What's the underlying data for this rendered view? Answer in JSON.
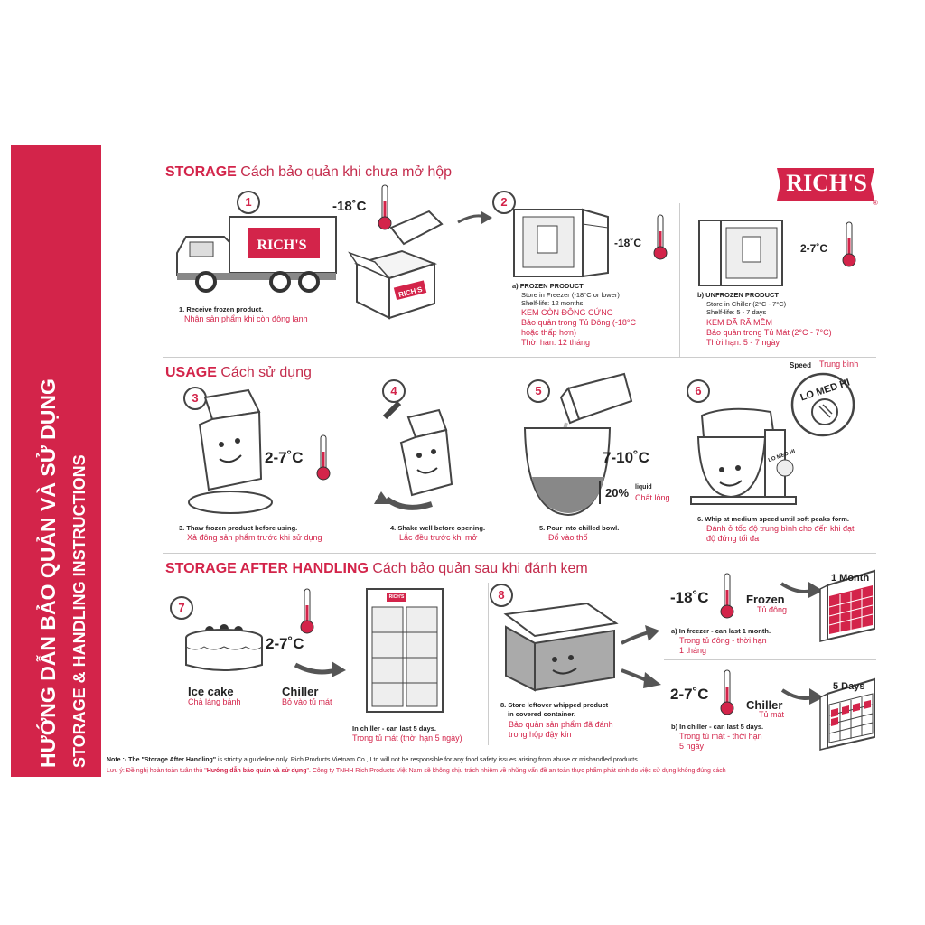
{
  "sidebar": {
    "title_vn": "HƯỚNG DẪN BẢO QUẢN VÀ SỬ DỤNG",
    "title_en": "STORAGE & HANDLING INSTRUCTIONS"
  },
  "brand": {
    "logo": "RICH'S",
    "reg": "®"
  },
  "sections": {
    "storage": {
      "en": "STORAGE",
      "vn": "Cách bảo quản khi chưa mở hộp"
    },
    "usage": {
      "en": "USAGE",
      "vn": "Cách sử dụng"
    },
    "after": {
      "en": "STORAGE AFTER HANDLING",
      "vn": "Cách bảo quản sau khi đánh kem"
    }
  },
  "steps": {
    "s1": {
      "num": "1",
      "temp": "-18˚C",
      "en": "1. Receive frozen product.",
      "vn": "Nhận sản phẩm khi còn đông lạnh"
    },
    "s2": {
      "num": "2",
      "temp": "-18˚C",
      "en1": "a) FROZEN PRODUCT",
      "en2": "Store in Freezer (-18°C or lower)",
      "en3": "Shelf-life: 12 months",
      "vn1": "KEM CÒN ĐÔNG CỨNG",
      "vn2": "Bảo quản trong Tủ Đông (-18°C",
      "vn3": "hoặc thấp hơn)",
      "vn4": "Thời hạn: 12 tháng"
    },
    "s2b": {
      "temp": "2-7˚C",
      "en1": "b) UNFROZEN PRODUCT",
      "en2": "Store in Chiller (2°C - 7°C)",
      "en3": "Shelf-life: 5 - 7 days",
      "vn1": "KEM ĐÃ RÃ MỀM",
      "vn2": "Bảo quản trong Tủ Mát (2°C - 7°C)",
      "vn3": "Thời hạn: 5 - 7 ngày"
    },
    "s3": {
      "num": "3",
      "temp": "2-7˚C",
      "en": "3. Thaw frozen product before using.",
      "vn": "Xả đông sản phẩm trước khi sử dụng"
    },
    "s4": {
      "num": "4",
      "en": "4. Shake well before opening.",
      "vn": "Lắc đều trước khi mở"
    },
    "s5": {
      "num": "5",
      "temp": "7-10˚C",
      "pct": "20%",
      "liquid_en": "liquid",
      "liquid_vn": "Chất lỏng",
      "en": "5. Pour into chilled bowl.",
      "vn": "Đổ vào thố"
    },
    "s6": {
      "num": "6",
      "speed_en": "Speed",
      "speed_vn": "Trung bình",
      "dial": "LO MED HI",
      "dial_small": "LO MED HI",
      "en": "6. Whip at medium speed until soft peaks form.",
      "vn1": "Đánh ở tốc độ trung bình cho đến khi đạt",
      "vn2": "độ đứng tối đa"
    },
    "s7": {
      "num": "7",
      "temp": "2-7˚C",
      "cake_en": "Ice cake",
      "cake_vn": "Chà láng bánh",
      "chiller_en": "Chiller",
      "chiller_vn": "Bỏ vào tủ mát",
      "en": "In chiller - can last 5 days.",
      "vn": "Trong tủ mát (thời hạn 5 ngày)",
      "fridge_logo": "RICH'S"
    },
    "s8": {
      "num": "8",
      "en1": "8. Store leftover whipped product",
      "en2": "in covered container.",
      "vn1": "Bảo quản sản phẩm đã đánh",
      "vn2": "trong hộp đậy kín"
    },
    "s8a": {
      "temp": "-18˚C",
      "label_en": "Frozen",
      "label_vn": "Tủ đông",
      "cal": "1 Month",
      "en": "a) In freezer - can last 1 month.",
      "vn1": "Trong tủ đông - thời hạn",
      "vn2": "1 tháng"
    },
    "s8b": {
      "temp": "2-7˚C",
      "label_en": "Chiller",
      "label_vn": "Tủ mát",
      "cal": "5 Days",
      "en": "b) In chiller - can last 5 days.",
      "vn1": "Trong tủ mát - thời hạn",
      "vn2": "5 ngày"
    }
  },
  "note": {
    "en_a": "Note :- The ",
    "en_b": "\"Storage After Handling\"",
    "en_c": " is strictly a guideline only. Rich Products Vietnam Co., Ltd will not be responsible for any food safety issues arising from abuse or mishandled products.",
    "vn_a": "Lưu ý: Đề nghị hoàn toàn tuân thủ \"",
    "vn_b": "Hướng dẫn bảo quản và sử dụng",
    "vn_c": "\". Công ty TNHH Rich Products Việt Nam sẽ không chịu trách nhiệm về những vấn đề an toàn thực phẩm phát sinh do việc sử dụng không đúng cách"
  },
  "colors": {
    "brand_red": "#d3244a",
    "text": "#222222"
  }
}
